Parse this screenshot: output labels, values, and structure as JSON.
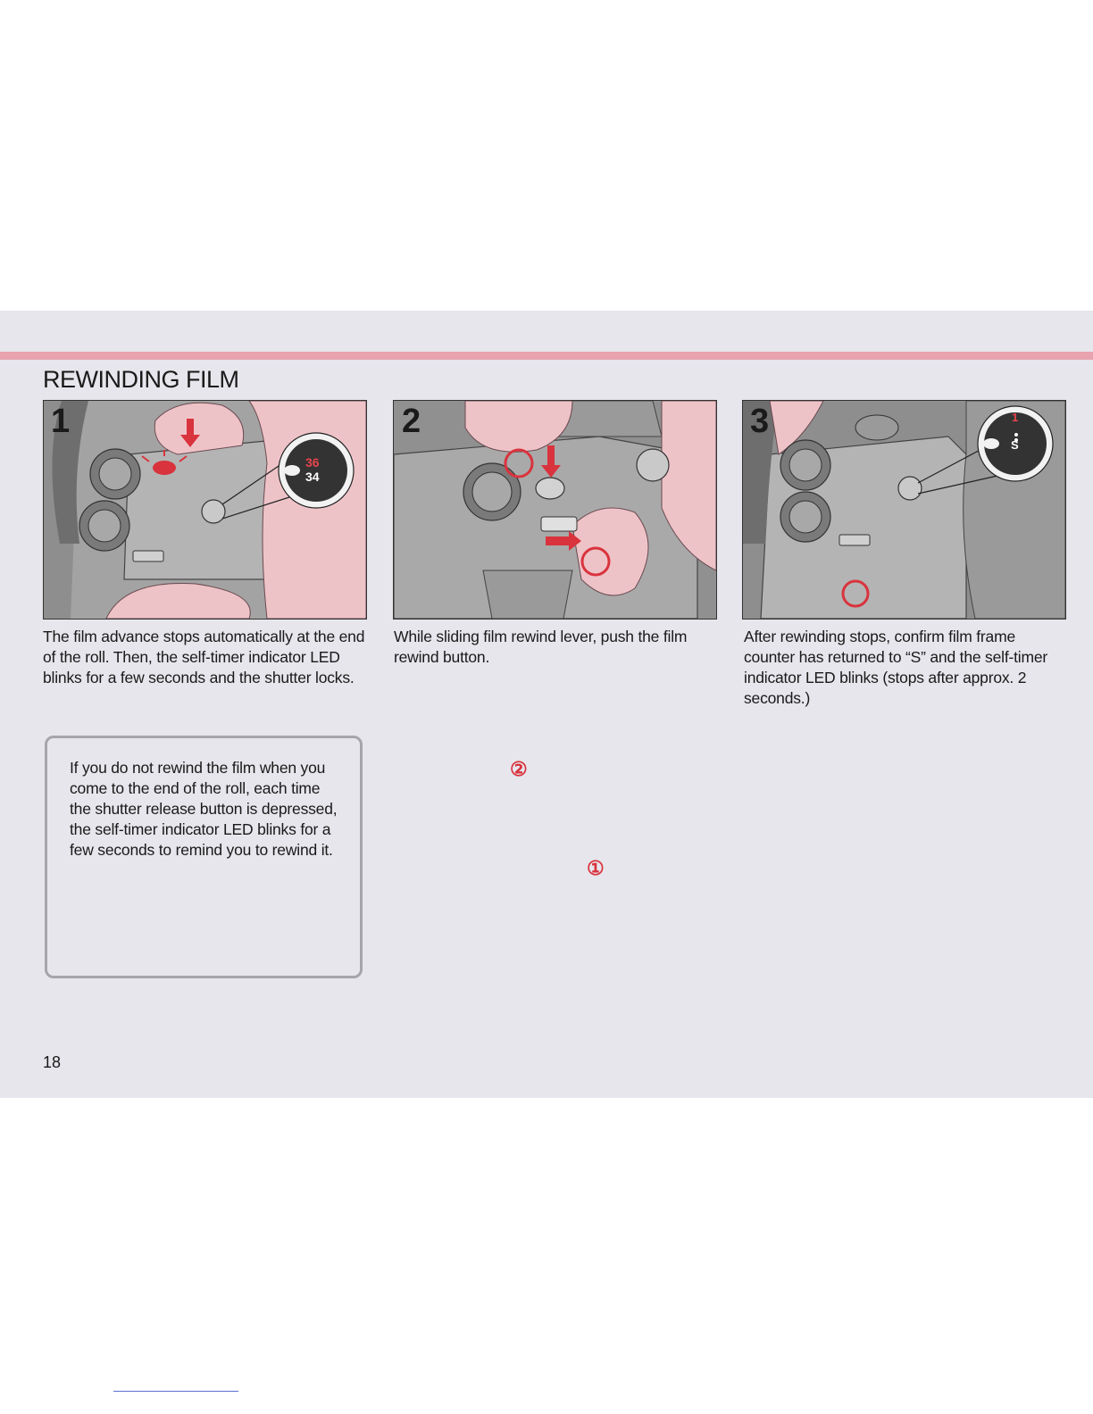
{
  "page": {
    "title": "REWINDING FILM",
    "page_number": "18",
    "accent_color": "#e8a3ae",
    "highlight_color": "#d9333d"
  },
  "steps": [
    {
      "number": "1",
      "counter_top": "36",
      "counter_bottom": "34",
      "caption": "The film advance stops automatically at the end of the roll. Then, the self-timer indicator LED blinks for a few seconds and the shutter locks."
    },
    {
      "number": "2",
      "callout_a": "②",
      "callout_b": "①",
      "caption": "While sliding film rewind lever, push the film rewind button."
    },
    {
      "number": "3",
      "counter_top": "1",
      "counter_bottom": "S",
      "caption": "After rewinding stops, confirm film frame counter has returned to “S” and the self-timer indicator LED blinks (stops after approx. 2 seconds.)"
    }
  ],
  "note": {
    "text": "If you do not rewind the film when you come to the end of the roll, each time the shutter release button is depressed, the self-timer indicator LED blinks for a few sec­onds to remind you to rewind it."
  }
}
